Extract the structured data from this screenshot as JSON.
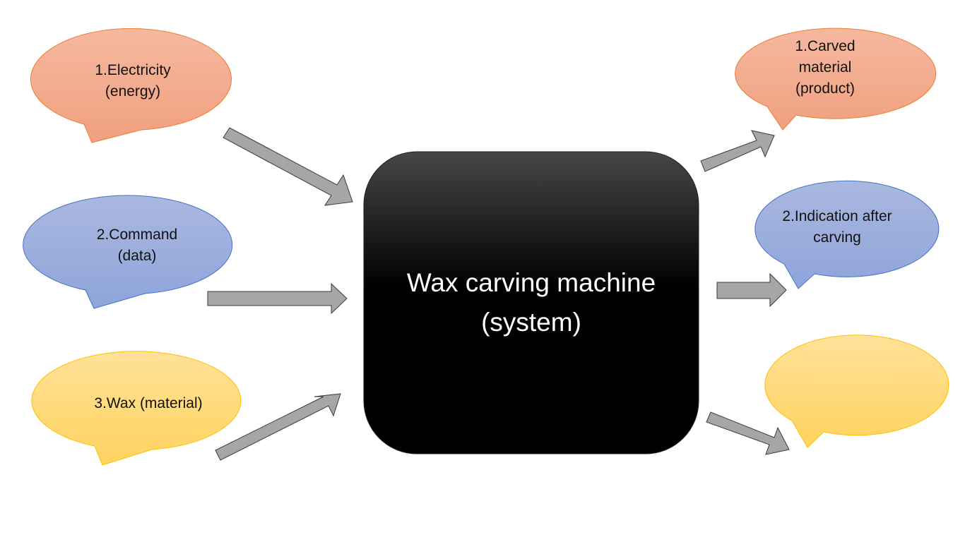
{
  "diagram": {
    "system": {
      "label": "Wax carving machine (system)",
      "fill_top": "#474747",
      "fill_bottom": "#000000"
    },
    "inputs": [
      {
        "id": "electricity",
        "label": "1.Electricity (energy)",
        "fill_top": "#f5b8a0",
        "fill_bottom": "#f0a07e",
        "stroke": "#ed7d31"
      },
      {
        "id": "command",
        "label": "2.Command (data)",
        "fill_top": "#aab8e0",
        "fill_bottom": "#8ea4da",
        "stroke": "#4472c4"
      },
      {
        "id": "wax",
        "label": "3.Wax (material)",
        "fill_top": "#ffe199",
        "fill_bottom": "#ffd35f",
        "stroke": "#ffc000"
      }
    ],
    "outputs": [
      {
        "id": "carved-material",
        "label": "1.Carved material (product)",
        "fill_top": "#f5b8a0",
        "fill_bottom": "#f0a07e",
        "stroke": "#ed7d31"
      },
      {
        "id": "indication",
        "label": "2.Indication after carving",
        "fill_top": "#aab8e0",
        "fill_bottom": "#8ea4da",
        "stroke": "#4472c4"
      },
      {
        "id": "third-output",
        "label": "",
        "fill_top": "#ffe199",
        "fill_bottom": "#ffd35f",
        "stroke": "#ffc000"
      }
    ],
    "arrow_fill": "#a6a6a6",
    "arrow_stroke": "#3a3a3a"
  }
}
